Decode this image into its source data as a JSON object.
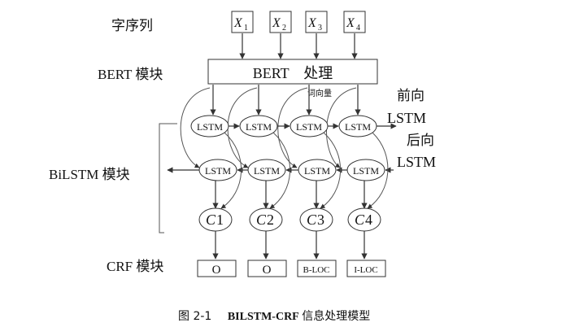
{
  "labels": {
    "sequence": "字序列",
    "bert_module": "BERT 模块",
    "bert_box": "BERT　处理",
    "word_vector": "词向量",
    "forward_lstm": [
      "前向",
      "LSTM"
    ],
    "backward_lstm": [
      "后向",
      "LSTM"
    ],
    "bilstm_module": "BiLSTM 模块",
    "crf_module": "CRF 模块"
  },
  "inputs": [
    {
      "sym": "X",
      "sub": "1"
    },
    {
      "sym": "X",
      "sub": "2"
    },
    {
      "sym": "X",
      "sub": "3"
    },
    {
      "sym": "X",
      "sub": "4"
    }
  ],
  "lstm_label": "LSTM",
  "c_nodes": [
    {
      "sym": "C",
      "num": "1"
    },
    {
      "sym": "C",
      "num": "2"
    },
    {
      "sym": "C",
      "num": "3"
    },
    {
      "sym": "C",
      "num": "4"
    }
  ],
  "outputs": [
    "O",
    "O",
    "B-LOC",
    "I-LOC"
  ],
  "caption": {
    "num": "图 2-1",
    "title_bold": "BILSTM-CRF",
    "title_rest": " 信息处理模型"
  }
}
